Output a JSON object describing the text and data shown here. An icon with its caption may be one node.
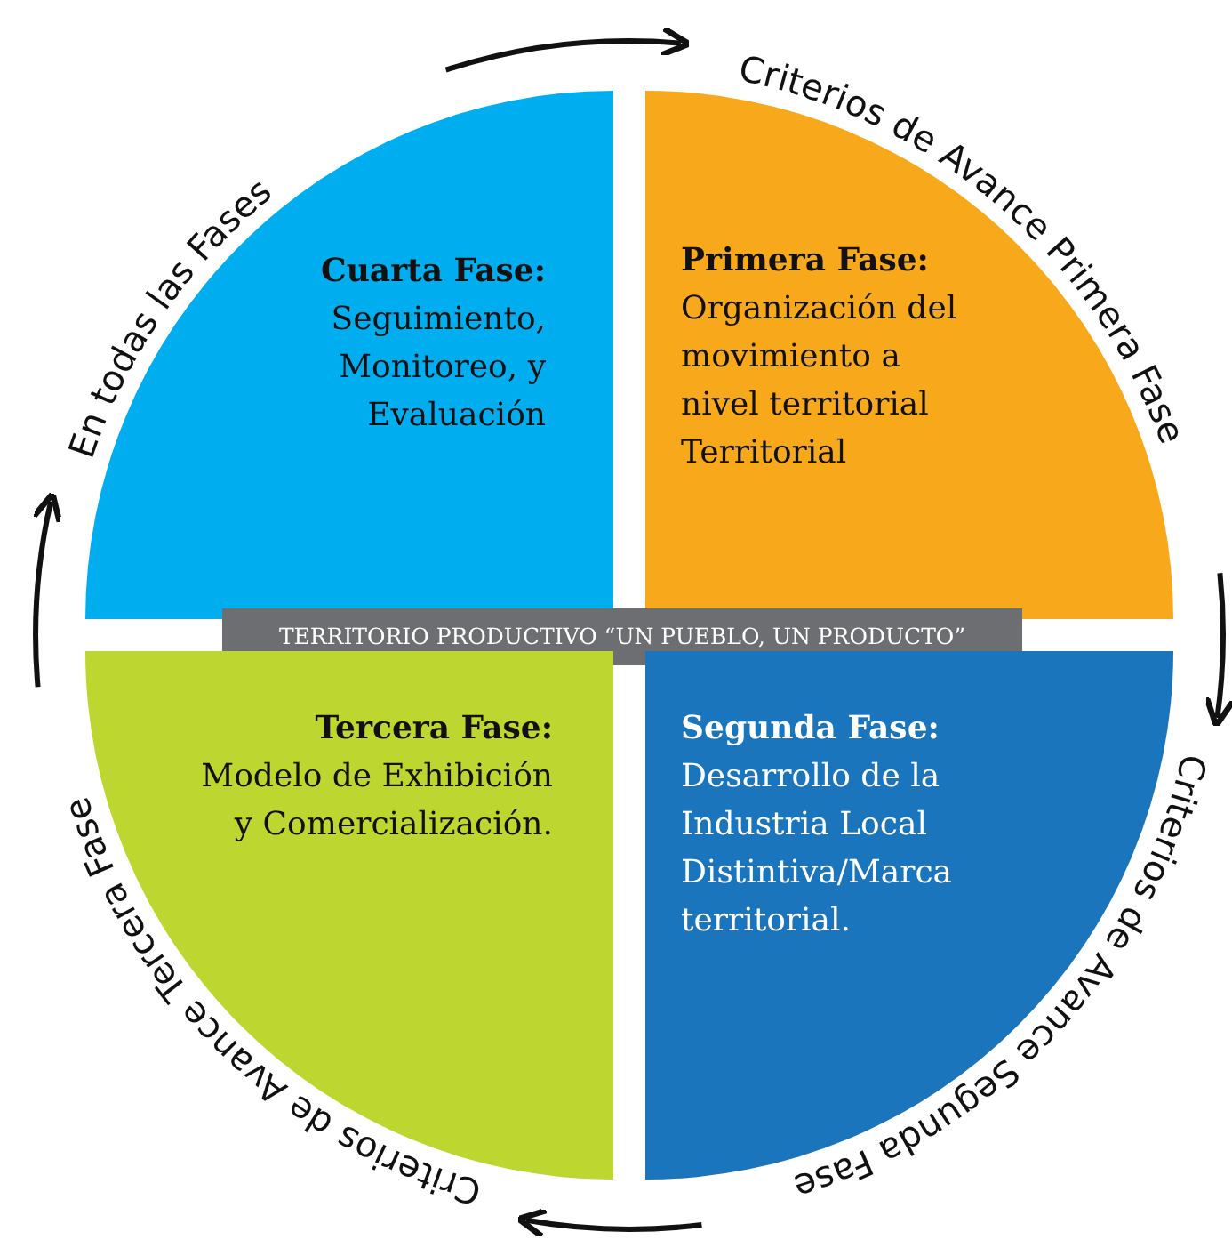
{
  "diagram": {
    "nodes": [
      {
        "text": [
          "Cuarta Fase:",
          "Seguimiento, Monitoreo, y Evaluación"
        ]
      },
      {
        "text": [
          "Primera Fase:",
          "Organización del movimiento a nivel territorial Territorial"
        ]
      },
      {
        "text": [
          "TERRITORIO PRODUCTIVO “UN PUEBLO, UN PRODUCTO”"
        ]
      },
      {
        "text": [
          "Tercera Fase:",
          "Modelo de Exhibición y Comercialización."
        ]
      },
      {
        "text": [
          "Segunda Fase:",
          "Desarrollo de la Industria Local Distintiva/Marca territorial."
        ]
      }
    ],
    "labels": [
      "En todas las Fases",
      "Criterios de Avance Primera Fase",
      "Criterios de Avance Segunda Fase",
      "Criterios de Avance Tercera Fase"
    ]
  }
}
